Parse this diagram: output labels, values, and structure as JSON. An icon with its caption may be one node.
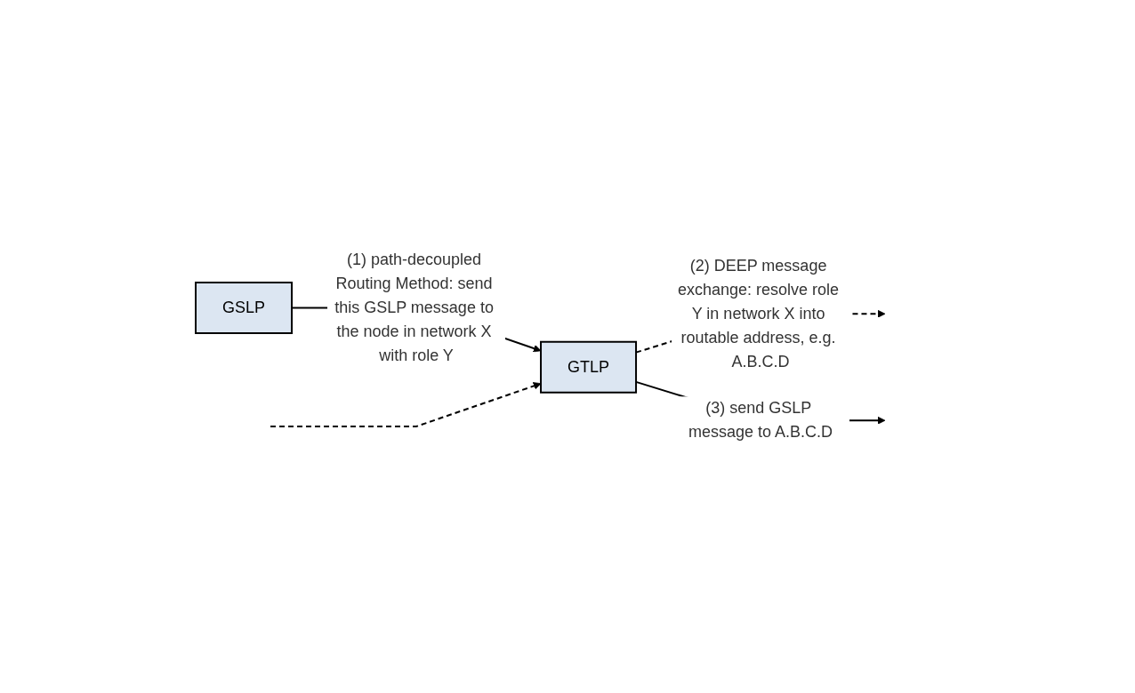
{
  "diagram": {
    "nodes": [
      {
        "text": [
          "GSLP"
        ]
      },
      {
        "text": [
          "GTLP"
        ]
      }
    ],
    "edges": [
      {
        "from": 0,
        "to": 1,
        "arrow": "to",
        "label": "(1) path-decoupled Routing Method: send this GSLP message to the node in network X with role Y"
      },
      {
        "from": 1,
        "to": null,
        "arrow": "to",
        "style": "dashed",
        "label": "(2) DEEP message exchange: resolve role Y in network X into routable address, e.g. A.B.C.D"
      },
      {
        "from": null,
        "to": 1,
        "arrow": "to",
        "style": "dashed"
      },
      {
        "from": 1,
        "to": null,
        "arrow": "to",
        "label": "(3) send GSLP message to A.B.C.D"
      }
    ]
  }
}
